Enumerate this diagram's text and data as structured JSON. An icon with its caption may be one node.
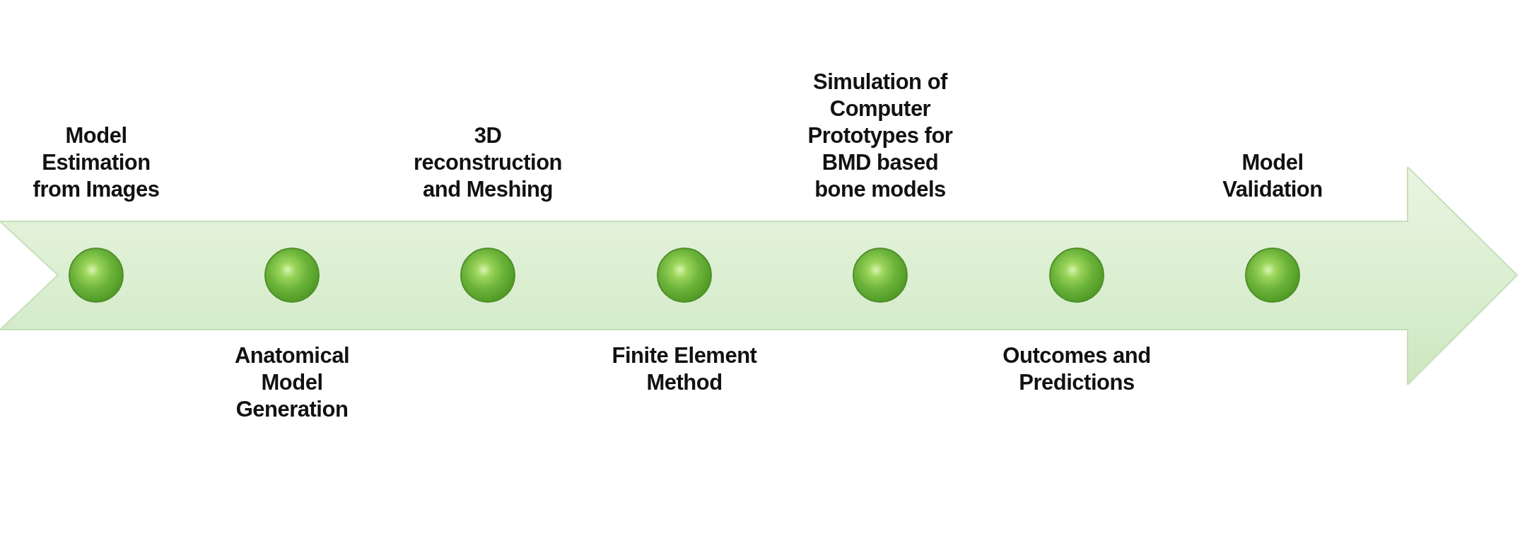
{
  "diagram": {
    "nodes": [
      {
        "text": [],
        "shape": "arrow"
      },
      {
        "text": [],
        "shape": "circle",
        "in": 0,
        "beside": [
          "Model Estimation from Images"
        ]
      },
      {
        "text": [],
        "shape": "circle",
        "in": 0,
        "beside": [
          "Anatomical Model Generation"
        ]
      },
      {
        "text": [],
        "shape": "circle",
        "in": 0,
        "beside": [
          "3D reconstruction and Meshing"
        ]
      },
      {
        "text": [],
        "shape": "circle",
        "in": 0,
        "beside": [
          "Finite Element Method"
        ]
      },
      {
        "text": [],
        "shape": "circle",
        "in": 0,
        "beside": [
          "Simulation of Computer Prototypes for BMD based bone models"
        ]
      },
      {
        "text": [],
        "shape": "circle",
        "in": 0,
        "beside": [
          "Outcomes and Predictions"
        ]
      },
      {
        "text": [],
        "shape": "circle",
        "in": 0,
        "beside": [
          "Model Validation"
        ]
      }
    ],
    "edges": []
  }
}
